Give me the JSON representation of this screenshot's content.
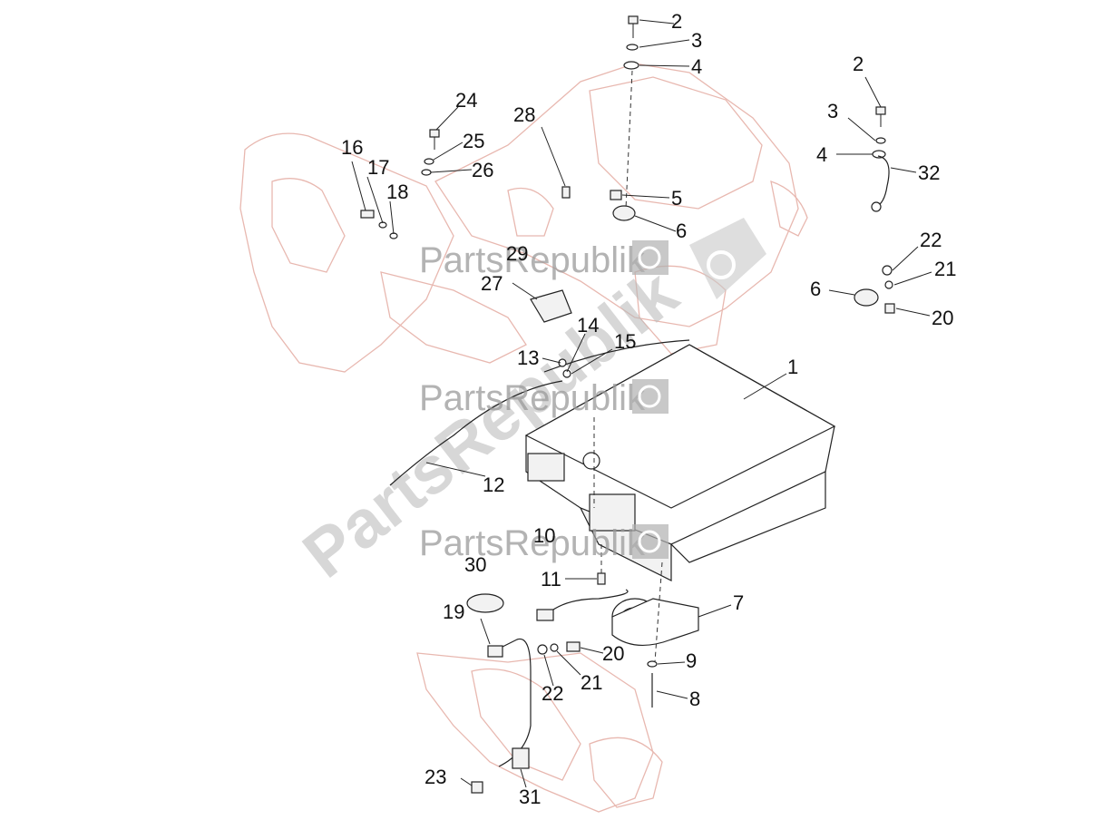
{
  "watermark": {
    "text": "PartsRepublik",
    "gear_icon": "gear-icon"
  },
  "callouts": [
    "1",
    "2",
    "3",
    "4",
    "5",
    "6",
    "7",
    "8",
    "9",
    "10",
    "11",
    "12",
    "13",
    "14",
    "15",
    "16",
    "17",
    "18",
    "19",
    "20",
    "21",
    "22",
    "23",
    "24",
    "25",
    "26",
    "27",
    "28",
    "29",
    "30",
    "31",
    "32"
  ],
  "labels": {
    "n1": "1",
    "n2a": "2",
    "n2b": "2",
    "n3a": "3",
    "n3b": "3",
    "n4a": "4",
    "n4b": "4",
    "n5": "5",
    "n6a": "6",
    "n6b": "6",
    "n7": "7",
    "n8": "8",
    "n9": "9",
    "n10": "10",
    "n11": "11",
    "n12": "12",
    "n13": "13",
    "n14": "14",
    "n15": "15",
    "n16": "16",
    "n17": "17",
    "n18": "18",
    "n19": "19",
    "n20a": "20",
    "n20b": "20",
    "n21a": "21",
    "n21b": "21",
    "n22a": "22",
    "n22b": "22",
    "n23": "23",
    "n24": "24",
    "n25": "25",
    "n26": "26",
    "n27": "27",
    "n28": "28",
    "n29": "29",
    "n30": "30",
    "n31": "31",
    "n32": "32"
  }
}
